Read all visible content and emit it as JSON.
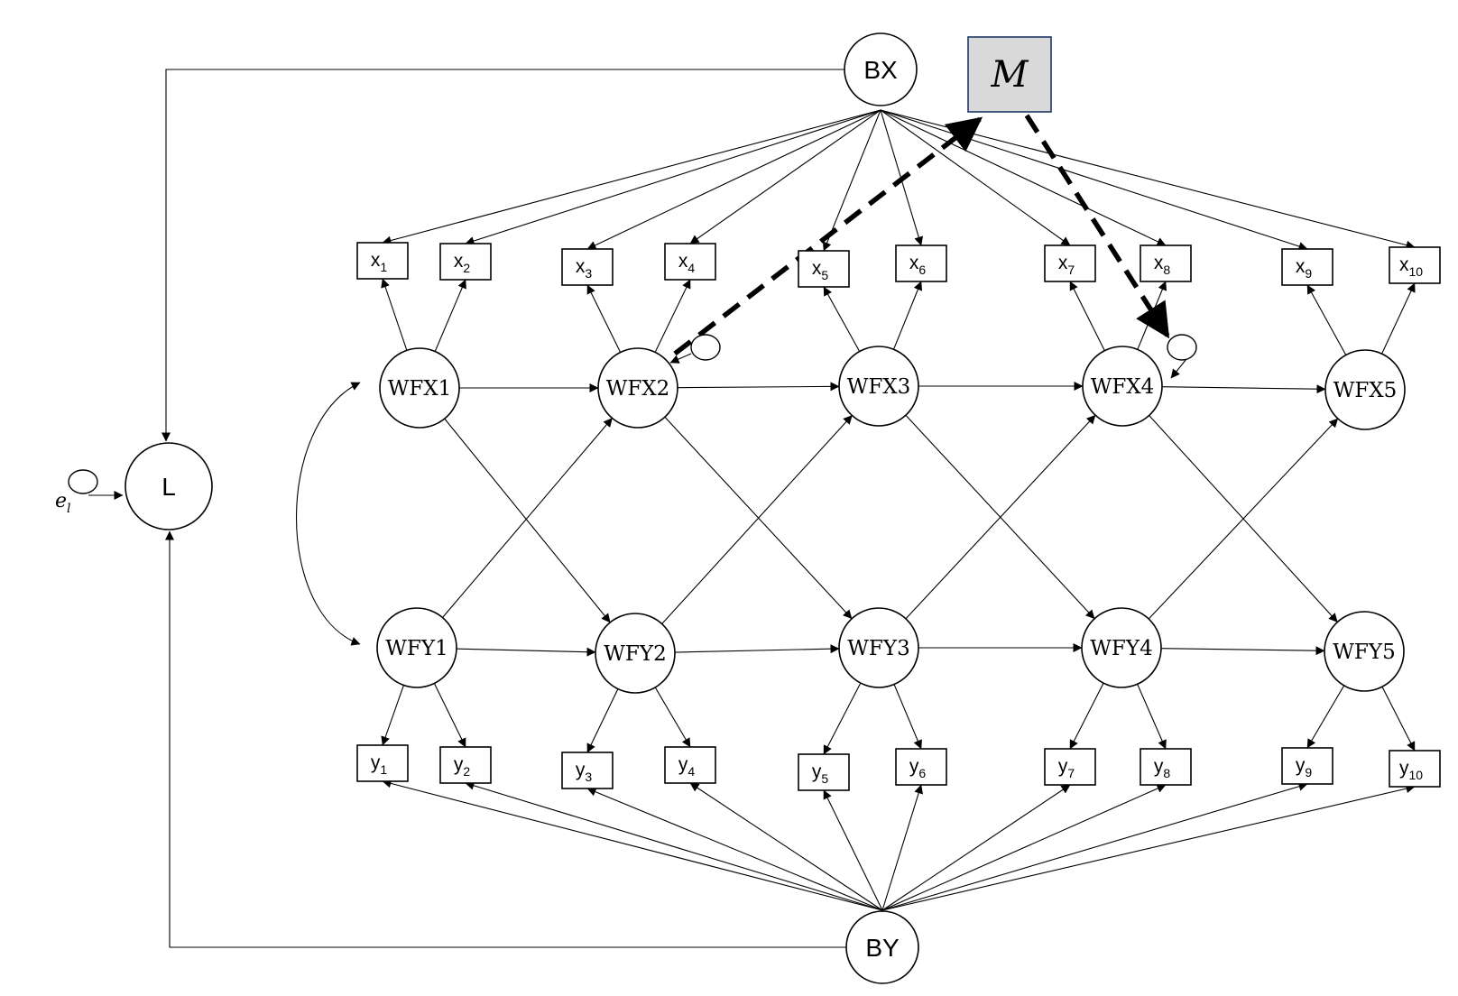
{
  "colors": {
    "stroke": "#000000",
    "background": "#ffffff",
    "moderator_fill": "#d9d9d9",
    "moderator_border": "#1f3864"
  },
  "between": {
    "bx": {
      "label": "BX"
    },
    "by": {
      "label": "BY"
    }
  },
  "outcome": {
    "label": "L",
    "error_label": "e",
    "error_sub": "l"
  },
  "moderator": {
    "label": "M"
  },
  "within_x": [
    {
      "label": "WFX1"
    },
    {
      "label": "WFX2"
    },
    {
      "label": "WFX3"
    },
    {
      "label": "WFX4"
    },
    {
      "label": "WFX5"
    }
  ],
  "within_y": [
    {
      "label": "WFY1"
    },
    {
      "label": "WFY2"
    },
    {
      "label": "WFY3"
    },
    {
      "label": "WFY4"
    },
    {
      "label": "WFY5"
    }
  ],
  "indicators_x": [
    {
      "base": "x",
      "sub": "1"
    },
    {
      "base": "x",
      "sub": "2"
    },
    {
      "base": "x",
      "sub": "3"
    },
    {
      "base": "x",
      "sub": "4"
    },
    {
      "base": "x",
      "sub": "5"
    },
    {
      "base": "x",
      "sub": "6"
    },
    {
      "base": "x",
      "sub": "7"
    },
    {
      "base": "x",
      "sub": "8"
    },
    {
      "base": "x",
      "sub": "9"
    },
    {
      "base": "x",
      "sub": "10"
    }
  ],
  "indicators_y": [
    {
      "base": "y",
      "sub": "1"
    },
    {
      "base": "y",
      "sub": "2"
    },
    {
      "base": "y",
      "sub": "3"
    },
    {
      "base": "y",
      "sub": "4"
    },
    {
      "base": "y",
      "sub": "5"
    },
    {
      "base": "y",
      "sub": "6"
    },
    {
      "base": "y",
      "sub": "7"
    },
    {
      "base": "y",
      "sub": "8"
    },
    {
      "base": "y",
      "sub": "9"
    },
    {
      "base": "y",
      "sub": "10"
    }
  ]
}
